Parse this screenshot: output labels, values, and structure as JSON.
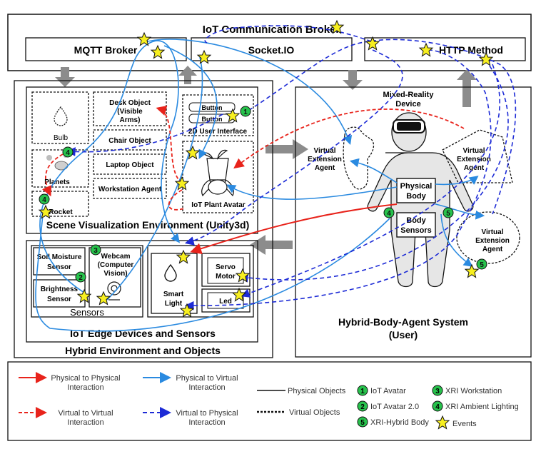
{
  "broker": {
    "title": "IoT Communication Broker",
    "mqtt": "MQTT Broker",
    "socket": "Socket.IO",
    "http": "HTTP Method"
  },
  "scene": {
    "title": "Scene Visualization Environment (Unity3d)",
    "bulb": "Bulb",
    "desk": [
      "Desk Object",
      "(Visible",
      "Arms)"
    ],
    "chair": "Chair Object",
    "laptop": "Laptop Object",
    "workstation": "Workstation Agent",
    "button1": "Button",
    "button2": "Button",
    "ui2d": "2D User Interface",
    "planets": "Planets",
    "rocket": "Rocket",
    "plant": "IoT Plant Avatar"
  },
  "edge": {
    "title": "IoT Edge Devices and Sensors",
    "soil": [
      "Soil Moisture",
      "Sensor"
    ],
    "brightness": [
      "Brightness",
      "Sensor"
    ],
    "webcam": [
      "Webcam",
      "(Computer",
      "Vision)"
    ],
    "sensors": "Sensors",
    "servo": [
      "Servo",
      "Motor"
    ],
    "led": "Led",
    "smart": [
      "Smart",
      "Light"
    ]
  },
  "hybrid_env": "Hybrid  Environment and Objects",
  "user": {
    "device": [
      "Mixed-Reality",
      "Device"
    ],
    "vea_left": [
      "Virtual",
      "Extension",
      "Agent"
    ],
    "vea_right": [
      "Virtual",
      "Extension",
      "Agent"
    ],
    "vea_bottom": [
      "Virtual",
      "Extension",
      "Agent"
    ],
    "physical_body": [
      "Physical",
      "Body"
    ],
    "body_sensors": [
      "Body",
      "Sensors"
    ],
    "title": [
      "Hybrid-Body-Agent System",
      "(User)"
    ]
  },
  "badges": {
    "b1": "1",
    "b2": "2",
    "b3": "3",
    "b4": "4",
    "b5": "5"
  },
  "legend": {
    "p2p": [
      "Physical to Physical",
      "Interaction"
    ],
    "p2v": [
      "Physical to Virtual",
      "Interaction"
    ],
    "v2v": [
      "Virtual to Virtual",
      "Interaction"
    ],
    "v2p": [
      "Virtual to Physical",
      "Interaction"
    ],
    "physical_objects": "Physical Objects",
    "virtual_objects": "Virtual Objects",
    "iot_avatar": "IoT Avatar",
    "iot_avatar2": "IoT Avatar 2.0",
    "xri_hybrid": "XRI-Hybrid Body",
    "xri_workstation": "XRI Workstation",
    "xri_ambient": "XRI Ambient Lighting",
    "events": "Events"
  },
  "colors": {
    "red": "#e8231b",
    "blue": "#2a8ae0",
    "darkblue": "#1d2bd6",
    "green": "#27c24c",
    "star": "#f7ef20",
    "gray": "#8c8c8c"
  }
}
